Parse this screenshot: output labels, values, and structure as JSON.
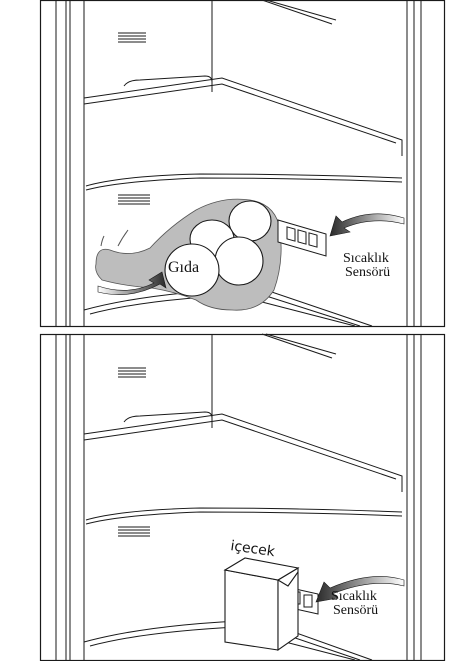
{
  "top_panel": {
    "food_label": "Gıda",
    "sensor_label_line1": "Sıcaklık",
    "sensor_label_line2": "Sensörü"
  },
  "bottom_panel": {
    "drink_label": "içecek",
    "sensor_label_line1": "Sıcaklık",
    "sensor_label_line2": "Sensörü"
  },
  "colors": {
    "stroke": "#1a1a1a",
    "food_shadow": "#bdbdbd",
    "paper": "#ffffff"
  }
}
